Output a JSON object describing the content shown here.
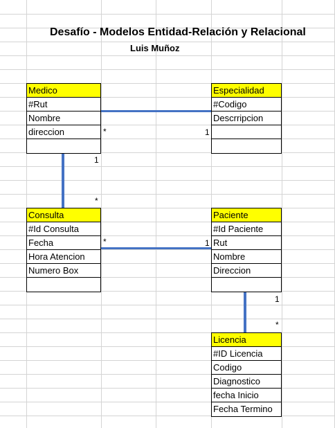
{
  "title": "Desafío - Modelos Entidad-Relación y Relacional",
  "author": "Luis Muñoz",
  "entities": {
    "medico": {
      "name": "Medico",
      "attributes": [
        "#Rut",
        "Nombre",
        "direccion",
        ""
      ]
    },
    "especialidad": {
      "name": "Especialidad",
      "attributes": [
        "#Codigo",
        "Descrripcion",
        "",
        ""
      ]
    },
    "consulta": {
      "name": "Consulta",
      "attributes": [
        "#Id Consulta",
        "Fecha",
        "Hora Atencion",
        "Numero Box",
        ""
      ]
    },
    "paciente": {
      "name": "Paciente",
      "attributes": [
        "#Id Paciente",
        "Rut",
        "Nombre",
        "Direccion",
        ""
      ]
    },
    "licencia": {
      "name": "Licencia",
      "attributes": [
        "#ID Licencia",
        "Codigo",
        "Diagnostico",
        "fecha Inicio",
        "Fecha Termino"
      ]
    }
  },
  "cardinalities": {
    "medico_especialidad_left": "*",
    "medico_especialidad_right": "1",
    "medico_consulta_top": "1",
    "medico_consulta_bottom": "*",
    "consulta_paciente_left": "*",
    "consulta_paciente_right": "1",
    "paciente_licencia_top": "1",
    "paciente_licencia_bottom": "*"
  },
  "colors": {
    "header_fill": "#ffff00",
    "connector": "#4472c4",
    "gridline": "#d4d4d4"
  }
}
